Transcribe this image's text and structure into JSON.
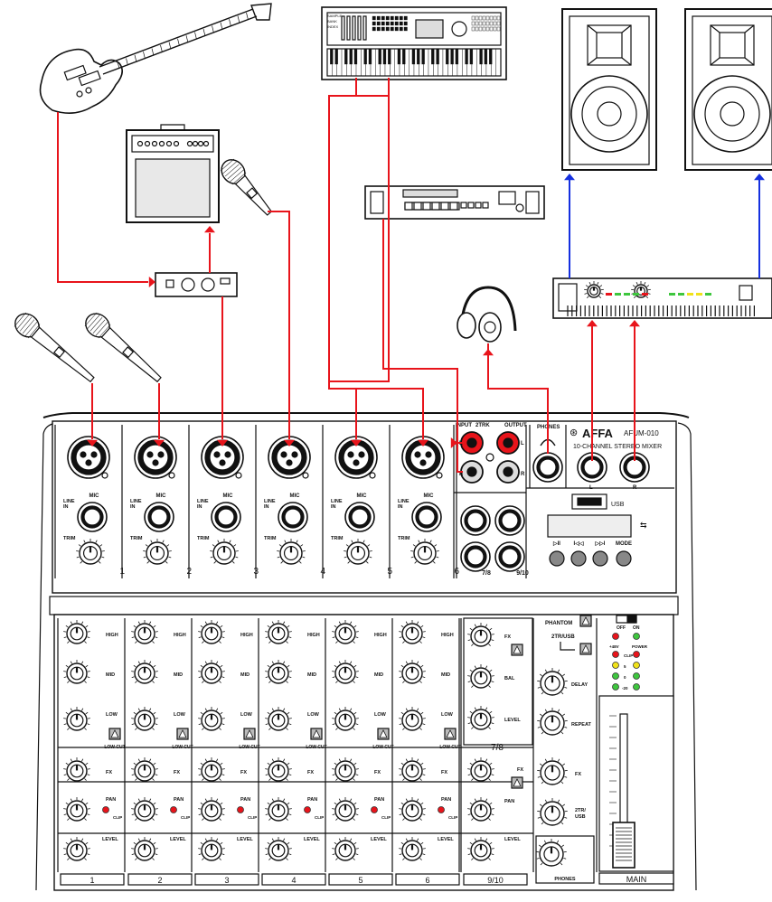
{
  "colors": {
    "cable": "#e8141b",
    "speaker_cable": "#1530e0",
    "outline": "#111111",
    "panel": "#ffffff",
    "led_red": "#e8141b",
    "led_green": "#3ec63e",
    "led_yellow": "#f0e21a"
  },
  "icons": [
    "electric-guitar-icon",
    "keyboard-synth-icon",
    "studio-monitor-speaker-icon",
    "guitar-amplifier-icon",
    "microphone-icon",
    "headphones-icon",
    "di-box-icon",
    "cd-player-icon",
    "power-amplifier-icon",
    "mixer-icon"
  ],
  "mixer": {
    "brand": "AFFA",
    "model": "AFUM-010",
    "subtitle": "10-CHANNEL STEREO MIXER",
    "usb_label": "USB",
    "input_label": "INPUT",
    "trk_label": "2TRK",
    "output_label": "OUTPUT",
    "phones_label": "PHONES",
    "l": "L",
    "r": "R",
    "mic": "MIC",
    "line_in": "LINE IN",
    "trim": "TRIM",
    "high": "HIGH",
    "mid": "MID",
    "low": "LOW",
    "low_cut": "LOW CUT",
    "fx": "FX",
    "pan": "PAN",
    "clip": "CLIP",
    "level": "LEVEL",
    "bal": "BAL",
    "mode": "MODE",
    "phantom": "PHANTOM",
    "tr_usb": "2TR/USB",
    "off": "OFF",
    "on": "ON",
    "v48": "+48V",
    "power": "POWER",
    "meter_clip": "CLIP",
    "meter_5": "5",
    "meter_0": "0",
    "meter_20": "-20",
    "delay": "DELAY",
    "repeat": "REPEAT",
    "tr_usb_knob": "2TR/ USB",
    "main": "MAIN",
    "channels_top": [
      "1",
      "2",
      "3",
      "4",
      "5",
      "6"
    ],
    "stereo_top": [
      "7/8",
      "9/10"
    ],
    "channels_bottom": [
      "1",
      "2",
      "3",
      "4",
      "5",
      "6",
      "9/10"
    ],
    "stereo_strip_label": "7/8"
  },
  "keyboard_panel_text": [
    "SAMPLE",
    "BANK",
    "INDEX"
  ]
}
